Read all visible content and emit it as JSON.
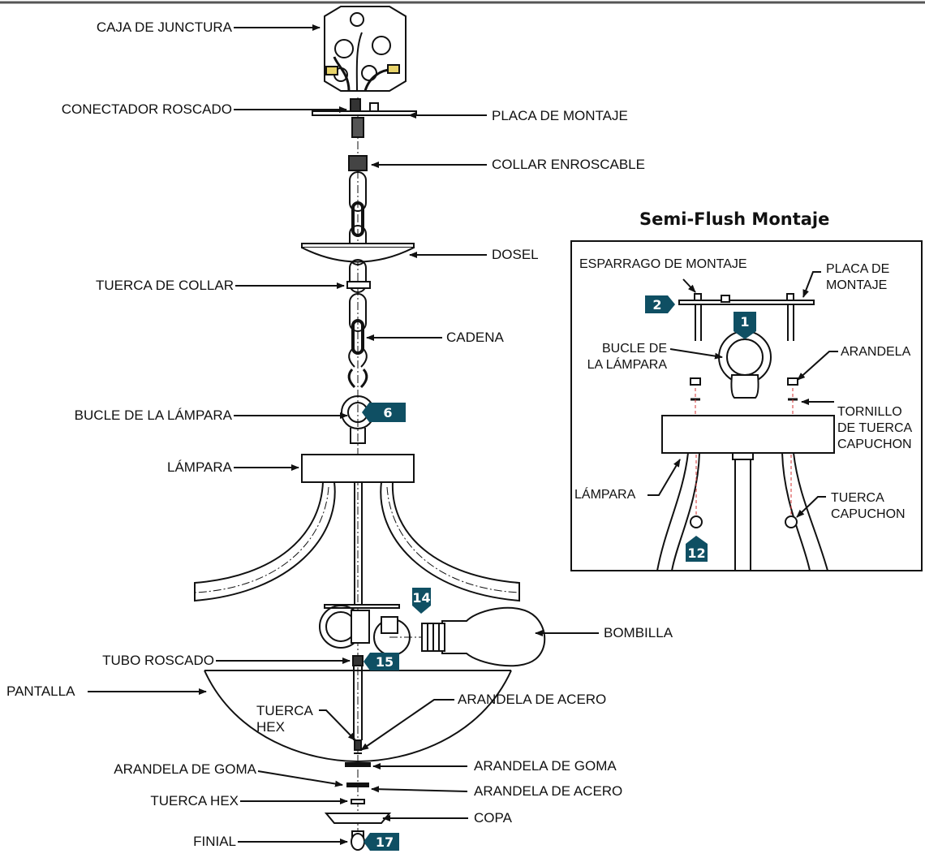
{
  "colors": {
    "badge": "#0f4f63",
    "line": "#111111",
    "accent_dash": "#d33333",
    "top_rule": "#555555"
  },
  "main_labels": {
    "caja": "CAJA DE JUNCTURA",
    "conectador": "CONECTADOR ROSCADO",
    "placa": "PLACA DE MONTAJE",
    "collar": "COLLAR ENROSCABLE",
    "dosel": "DOSEL",
    "tuerca_collar": "TUERCA DE COLLAR",
    "cadena": "CADENA",
    "bucle": "BUCLE DE LA LÁMPARA",
    "lampara": "LÁMPARA",
    "bombilla": "BOMBILLA",
    "tubo": "TUBO ROSCADO",
    "pantalla": "PANTALLA",
    "arandela_acero_1": "ARANDELA DE ACERO",
    "tuerca_hex_1": "TUERCA\nHEX",
    "arandela_goma_l": "ARANDELA DE GOMA",
    "arandela_goma_r": "ARANDELA DE GOMA",
    "arandela_acero_2": "ARANDELA DE ACERO",
    "tuerca_hex_2": "TUERCA HEX",
    "copa": "COPA",
    "finial": "FINIAL"
  },
  "badges": {
    "b6": "6",
    "b14": "14",
    "b15": "15",
    "b17": "17"
  },
  "inset": {
    "title": "Semi-Flush Montaje",
    "esparrago": "ESPARRAGO DE MONTAJE",
    "placa": "PLACA DE\nMONTAJE",
    "bucle": "BUCLE DE\nLA LÁMPARA",
    "arandela": "ARANDELA",
    "tornillo": "TORNILLO\nDE TUERCA\nCAPUCHON",
    "lampara": "LÁMPARA",
    "tuerca": "TUERCA\nCAPUCHON",
    "badges": {
      "b1": "1",
      "b2": "2",
      "b12": "12"
    }
  }
}
